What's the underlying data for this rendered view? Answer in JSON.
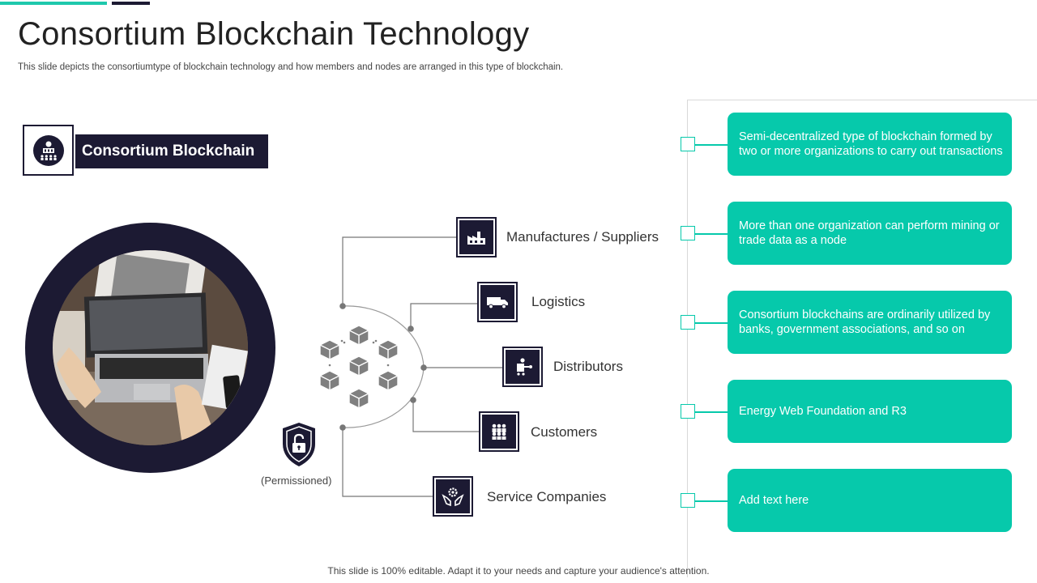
{
  "slide": {
    "title": "Consortium Blockchain Technology",
    "subtitle": "This slide depicts the consortiumtype of blockchain technology and how members and nodes are arranged in this type of blockchain.",
    "footer": "This slide is 100% editable. Adapt it to your needs and capture your audience's attention."
  },
  "badge": {
    "label": "Consortium Blockchain",
    "icon": "bank-members-icon"
  },
  "diagram": {
    "center_icon": "blockchain-cubes-icon",
    "lock_icon": "shield-lock-icon",
    "lock_caption": "(Permissioned)",
    "nodes": [
      {
        "label": "Manufactures / Suppliers",
        "icon": "factory-icon"
      },
      {
        "label": "Logistics",
        "icon": "truck-icon"
      },
      {
        "label": "Distributors",
        "icon": "distributor-icon"
      },
      {
        "label": "Customers",
        "icon": "customers-icon"
      },
      {
        "label": "Service Companies",
        "icon": "service-hands-gear-icon"
      }
    ]
  },
  "cards": [
    {
      "text": "Semi-decentralized type of blockchain formed by two or more organizations to carry out transactions"
    },
    {
      "text": "More than one organization can perform mining or trade data as a node"
    },
    {
      "text": "Consortium blockchains are ordinarily utilized by banks, government associations, and so on"
    },
    {
      "text": "Energy Web Foundation and R3"
    },
    {
      "text": "Add text here"
    }
  ],
  "colors": {
    "accent": "#06c9ab",
    "dark": "#1c1a33",
    "gray_line": "#808080"
  }
}
